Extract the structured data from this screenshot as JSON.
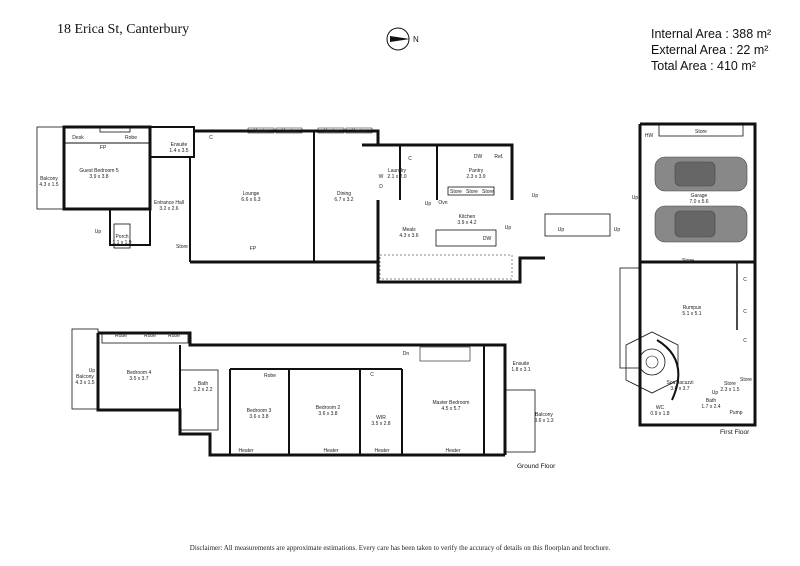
{
  "header": {
    "address": "18 Erica St, Canterbury",
    "compass_label": "N",
    "internal_area": "Internal Area : 388 m²",
    "external_area": "External Area : 22 m²",
    "total_area": "Total Area : 410 m²"
  },
  "floors": {
    "ground_floor": "Ground Floor",
    "first_floor": "First Floor"
  },
  "rooms": {
    "guest_bedroom": {
      "name": "Guest Bedroom 5",
      "size": "3.9 x 3.8"
    },
    "balcony_top": {
      "name": "Balcony",
      "size": "4.3 x 1.5"
    },
    "ensuite_top": {
      "name": "Ensuite",
      "size": "1.4 x 3.5"
    },
    "entrance_hall": {
      "name": "Entrance Hall",
      "size": "3.2 x 2.6"
    },
    "lounge": {
      "name": "Lounge",
      "size": "6.6 x 6.3"
    },
    "dining": {
      "name": "Dining",
      "size": "6.7 x 3.2"
    },
    "laundry": {
      "name": "Laundry",
      "size": "2.1 x 2.0"
    },
    "pantry": {
      "name": "Pantry",
      "size": "2.3 x 3.9"
    },
    "kitchen": {
      "name": "Kitchen",
      "size": "3.9 x 4.2"
    },
    "meals": {
      "name": "Meals",
      "size": "4.3 x 3.6"
    },
    "garage": {
      "name": "Garage",
      "size": "7.0 x 5.6"
    },
    "rumpus": {
      "name": "Rumpus",
      "size": "5.1 x 5.1"
    },
    "spa": {
      "name": "Spa Jacuzzi",
      "size": "3.0 x 3.7"
    },
    "wc": {
      "name": "WC",
      "size": "0.9 x 1.8"
    },
    "bath_ff": {
      "name": "Bath",
      "size": "1.7 x 2.4"
    },
    "store_ff": {
      "name": "Store",
      "size": "2.3 x 1.5"
    },
    "bedroom4": {
      "name": "Bedroom 4",
      "size": "3.5 x 3.7"
    },
    "balcony_low": {
      "name": "Balcony",
      "size": "4.3 x 1.5"
    },
    "bath_gf": {
      "name": "Bath",
      "size": "3.2 x 2.2"
    },
    "bedroom3": {
      "name": "Bedroom 3",
      "size": "3.6 x 3.8"
    },
    "bedroom2": {
      "name": "Bedroom 2",
      "size": "3.6 x 3.8"
    },
    "wir": {
      "name": "WIR",
      "size": "3.5 x 2.8"
    },
    "master": {
      "name": "Master Bedroom",
      "size": "4.5 x 5.7"
    },
    "ensuite_gf": {
      "name": "Ensuite",
      "size": "1.8 x 3.1"
    },
    "balcony_master": {
      "name": "Balcony",
      "size": "3.6 x 1.3"
    },
    "porch": {
      "name": "Porch",
      "size": "1.1 x 1.9"
    }
  },
  "labels": {
    "desk": "Desk",
    "robe": "Robe",
    "fp": "FP",
    "heater": "Heater",
    "store": "Store",
    "up": "Up",
    "dn": "Dn",
    "dw": "DW",
    "ref": "Ref.",
    "ovn": "Ovn",
    "hw": "HW",
    "w": "W",
    "d": "D",
    "c": "C",
    "pump": "Pump"
  },
  "disclaimer": "Disclaimer: All measurements are approximate estimations. Every care has been taken to verify the accuracy of details on this floorplan and brochure."
}
